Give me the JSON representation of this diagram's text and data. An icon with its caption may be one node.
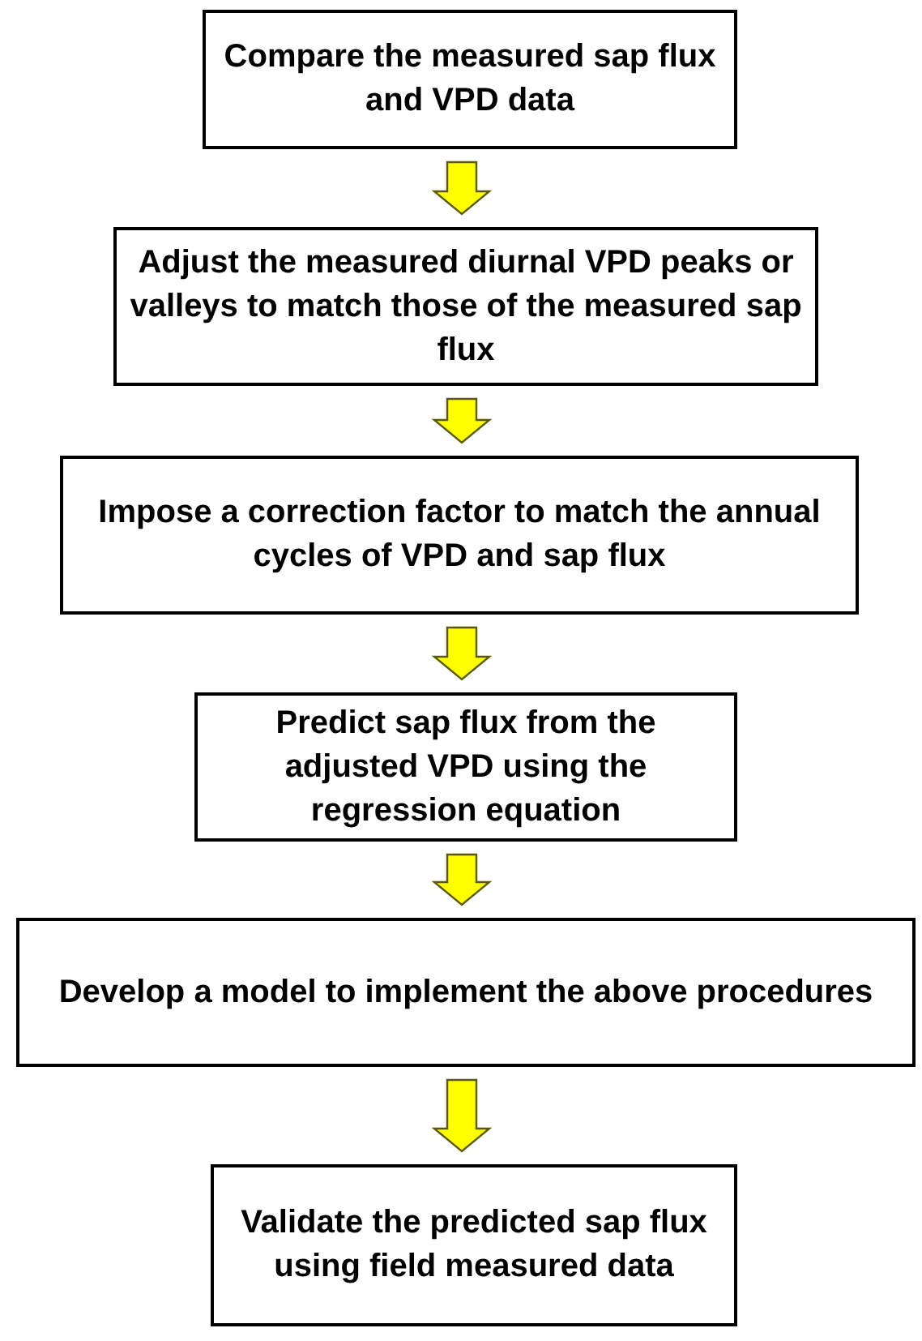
{
  "diagram": {
    "nodes": [
      {
        "text": [
          "Compare the measured sap flux and VPD data"
        ]
      },
      {
        "text": [
          "Adjust the measured diurnal VPD peaks or valleys to match those of the measured sap flux"
        ]
      },
      {
        "text": [
          "Impose a correction factor to match the annual cycles of VPD and sap flux"
        ]
      },
      {
        "text": [
          "Predict sap flux from the adjusted VPD using the regression equation"
        ]
      },
      {
        "text": [
          "Develop a model to implement the above procedures"
        ]
      },
      {
        "text": [
          "Validate the predicted sap flux using field measured data"
        ]
      }
    ],
    "edges": [
      {
        "from": 0,
        "to": 1,
        "arrow": "to"
      },
      {
        "from": 1,
        "to": 2,
        "arrow": "to"
      },
      {
        "from": 2,
        "to": 3,
        "arrow": "to"
      },
      {
        "from": 3,
        "to": 4,
        "arrow": "to"
      },
      {
        "from": 4,
        "to": 5,
        "arrow": "to"
      }
    ]
  }
}
